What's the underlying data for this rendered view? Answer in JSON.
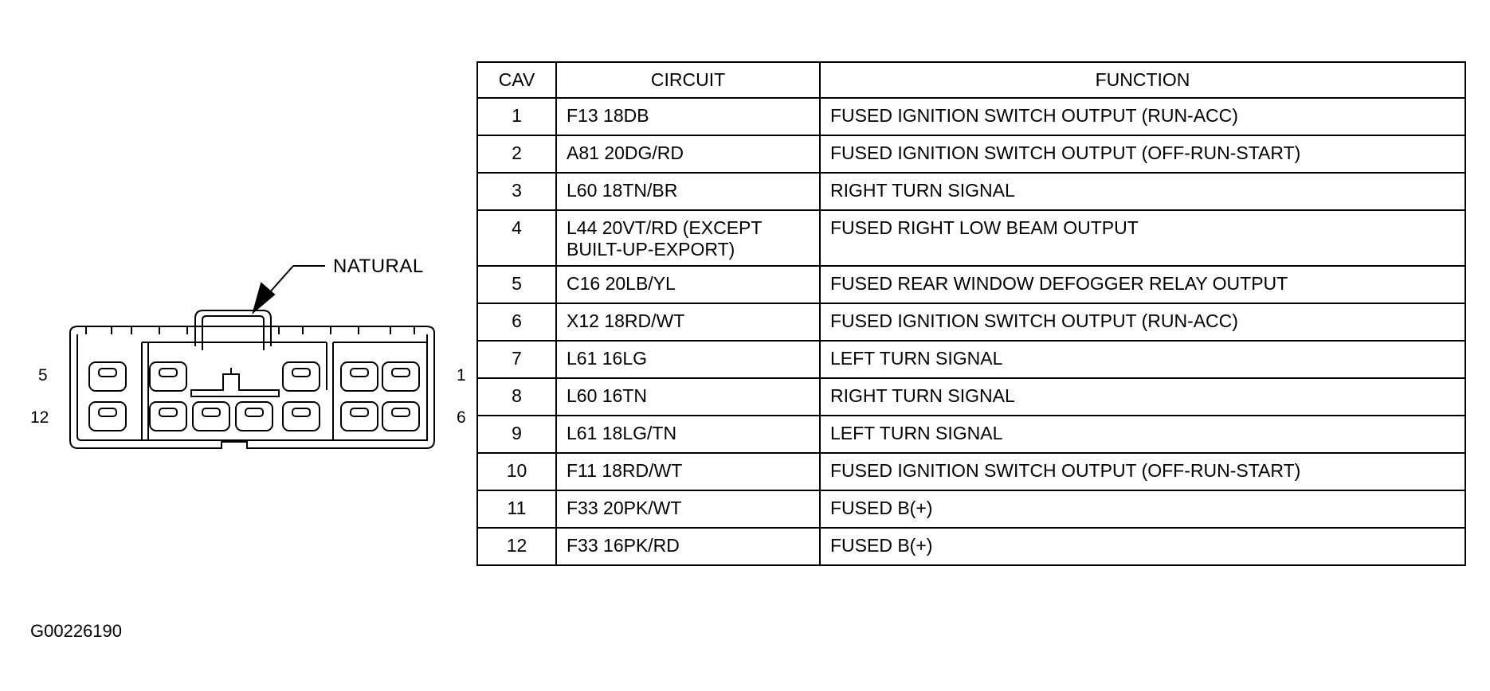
{
  "diagram": {
    "callout_label": "NATURAL",
    "pin_labels": {
      "top_left": "5",
      "bottom_left": "12",
      "top_right": "1",
      "bottom_right": "6"
    }
  },
  "table": {
    "headers": {
      "cav": "CAV",
      "circuit": "CIRCUIT",
      "function": "FUNCTION"
    },
    "rows": [
      {
        "cav": "1",
        "circuit": "F13 18DB",
        "function": "FUSED IGNITION SWITCH OUTPUT (RUN-ACC)"
      },
      {
        "cav": "2",
        "circuit": "A81 20DG/RD",
        "function": "FUSED IGNITION SWITCH OUTPUT (OFF-RUN-START)"
      },
      {
        "cav": "3",
        "circuit": "L60 18TN/BR",
        "function": "RIGHT TURN SIGNAL"
      },
      {
        "cav": "4",
        "circuit_line1": "L44 20VT/RD (EXCEPT",
        "circuit_line2": "BUILT-UP-EXPORT)",
        "function": "FUSED RIGHT LOW BEAM OUTPUT"
      },
      {
        "cav": "5",
        "circuit": "C16 20LB/YL",
        "function": "FUSED REAR WINDOW DEFOGGER RELAY OUTPUT"
      },
      {
        "cav": "6",
        "circuit": "X12 18RD/WT",
        "function": "FUSED IGNITION SWITCH OUTPUT (RUN-ACC)"
      },
      {
        "cav": "7",
        "circuit": "L61 16LG",
        "function": "LEFT TURN SIGNAL"
      },
      {
        "cav": "8",
        "circuit": "L60 16TN",
        "function": "RIGHT TURN SIGNAL"
      },
      {
        "cav": "9",
        "circuit": "L61 18LG/TN",
        "function": "LEFT TURN SIGNAL"
      },
      {
        "cav": "10",
        "circuit": "F11 18RD/WT",
        "function": "FUSED IGNITION SWITCH OUTPUT (OFF-RUN-START)"
      },
      {
        "cav": "11",
        "circuit": "F33 20PK/WT",
        "function": "FUSED B(+)"
      },
      {
        "cav": "12",
        "circuit": "F33 16PK/RD",
        "function": "FUSED B(+)"
      }
    ]
  },
  "figure_id": "G00226190"
}
